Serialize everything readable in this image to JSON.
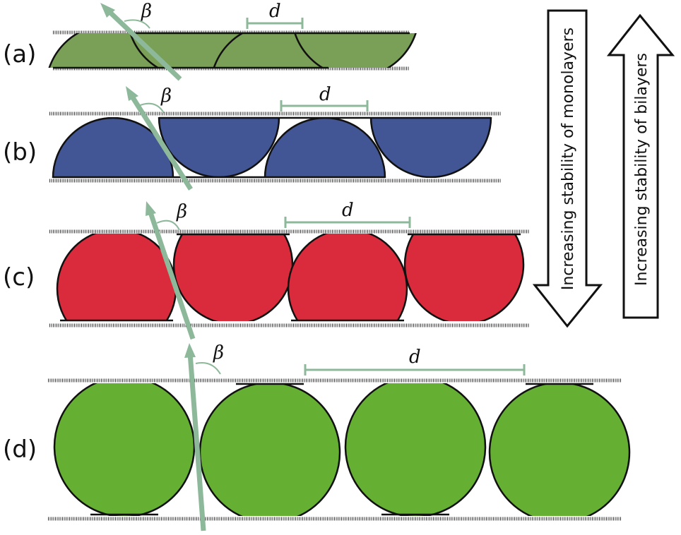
{
  "panels": [
    {
      "label": "(a)",
      "color": "#79a056"
    },
    {
      "label": "(b)",
      "color": "#425594"
    },
    {
      "label": "(c)",
      "color": "#d92b3c"
    },
    {
      "label": "(d)",
      "color": "#65b032"
    }
  ],
  "symbols": {
    "angle": "β",
    "spacing": "d"
  },
  "side_arrows": {
    "down_label": "Increasing stability of monolayers",
    "up_label": "Increasing stability of bilayers"
  },
  "colors": {
    "wall": "#3a3a3a",
    "tilt_arrow": "#8db89a",
    "outline": "#111111"
  }
}
